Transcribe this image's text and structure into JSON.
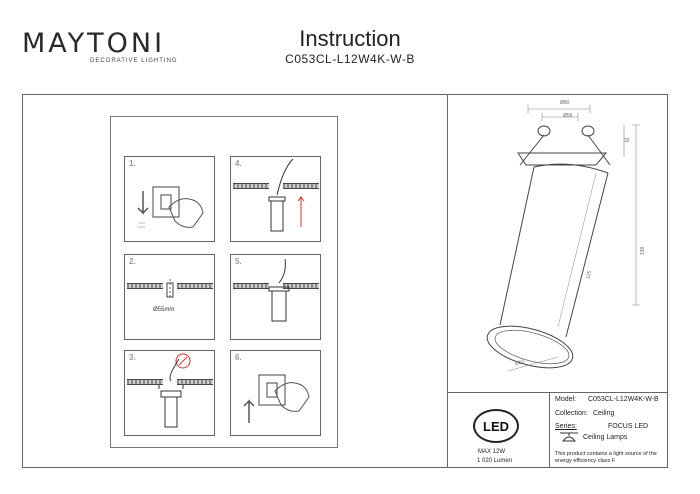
{
  "header": {
    "brand": "MAYTONI",
    "brand_tagline": "DECORATIVE LIGHTING",
    "title": "Instruction",
    "model_code": "C053CL-L12W4K-W-B"
  },
  "steps": [
    {
      "number": "1."
    },
    {
      "number": "2.",
      "hole_label": "Ø55mm"
    },
    {
      "number": "3."
    },
    {
      "number": "4."
    },
    {
      "number": "5."
    },
    {
      "number": "6."
    }
  ],
  "dimensions": {
    "top_width": "Ø80",
    "inner_width": "Ø56",
    "bracket_height": "32",
    "total_height": "138",
    "body_length": "125",
    "bottom_diameter": "Ø52"
  },
  "spec": {
    "led_badge": "LED",
    "power": "MAX 12W",
    "lumen": "1 020 Lumen"
  },
  "product_info": {
    "model_label": "Model:",
    "model_value": "C053CL-L12W4K-W-B",
    "collection_label": "Collection:",
    "collection_value": "Ceiling",
    "series_label": "Series:",
    "series_value": "FOCUS LED",
    "category_value": "Ceiling Lamps",
    "note": "This product contains a light source of the energy efficiency class F"
  }
}
